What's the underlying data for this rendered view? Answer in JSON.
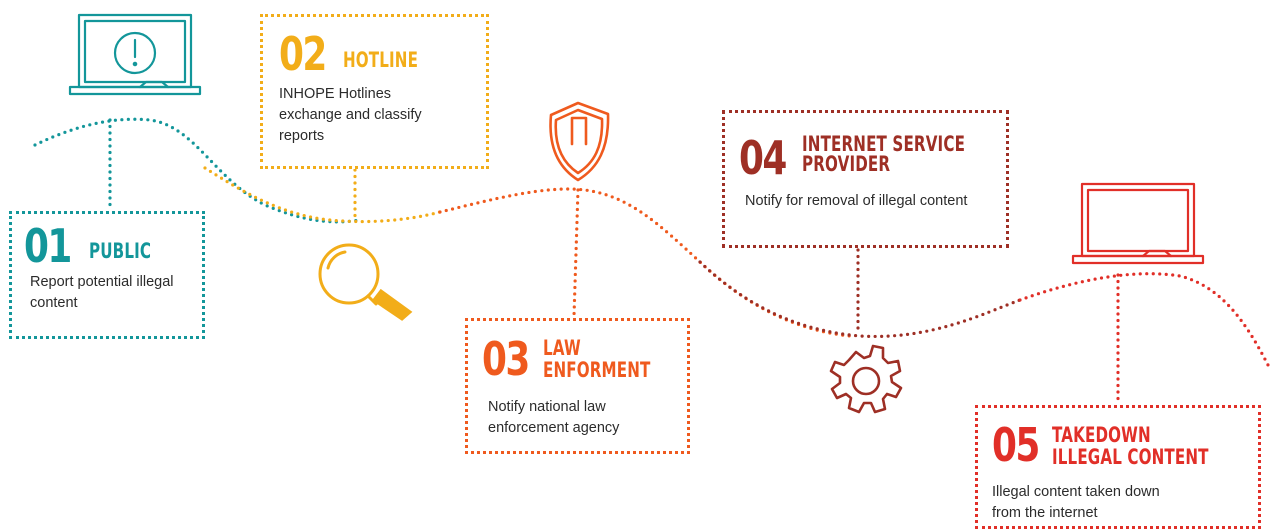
{
  "steps": [
    {
      "number": "01",
      "title_line1": "PUBLIC",
      "title_line2": "",
      "description": "Report potential illegal content",
      "color": "#13969a",
      "icon": "laptop-alert-icon"
    },
    {
      "number": "02",
      "title_line1": "HOTLINE",
      "title_line2": "",
      "description": "INHOPE Hotlines exchange and classify reports",
      "color": "#f2ad19",
      "icon": "magnifier-icon"
    },
    {
      "number": "03",
      "title_line1": "LAW",
      "title_line2": "ENFORMENT",
      "description": "Notify national law enforcement agency",
      "color": "#ef5a1e",
      "icon": "shield-icon"
    },
    {
      "number": "04",
      "title_line1": "INTERNET SERVICE",
      "title_line2": "PROVIDER",
      "description": "Notify for removal of illegal content",
      "color": "#9e2f25",
      "icon": "gear-icon"
    },
    {
      "number": "05",
      "title_line1": "TAKEDOWN",
      "title_line2": "ILLEGAL CONTENT",
      "description": "Illegal content taken down from the internet",
      "color": "#e12f28",
      "icon": "laptop-icon"
    }
  ]
}
